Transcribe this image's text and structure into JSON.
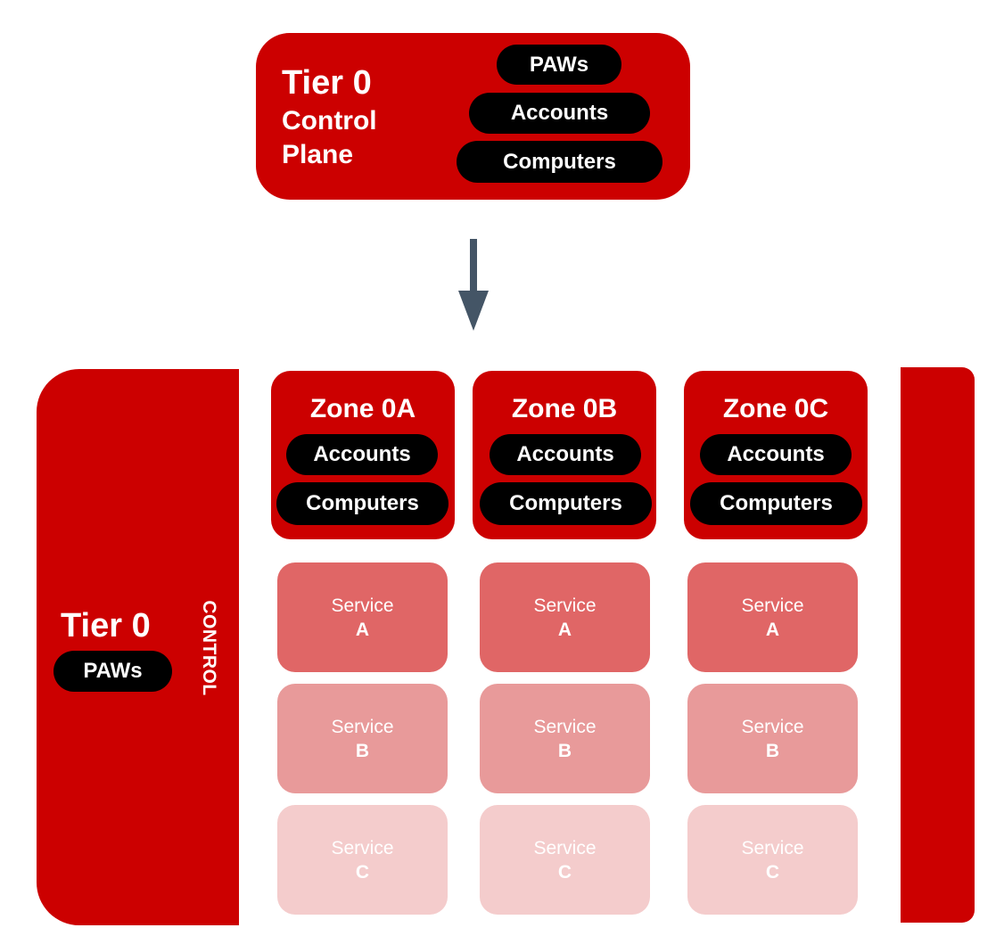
{
  "top_box": {
    "title": "Tier 0",
    "subtitle_line1": "Control",
    "subtitle_line2": "Plane",
    "pills": [
      "PAWs",
      "Accounts",
      "Computers"
    ]
  },
  "left_column": {
    "title": "Tier 0",
    "pill": "PAWs",
    "side_label": "CONTROL"
  },
  "zones": [
    {
      "title": "Zone 0A",
      "pills": [
        "Accounts",
        "Computers"
      ]
    },
    {
      "title": "Zone 0B",
      "pills": [
        "Accounts",
        "Computers"
      ]
    },
    {
      "title": "Zone 0C",
      "pills": [
        "Accounts",
        "Computers"
      ]
    }
  ],
  "services": [
    {
      "word": "Service",
      "letter": "A"
    },
    {
      "word": "Service",
      "letter": "B"
    },
    {
      "word": "Service",
      "letter": "C"
    }
  ],
  "colors": {
    "tier_red": "#cc0000",
    "pill_black": "#000000",
    "arrow": "#445566",
    "service_a": "#e06666",
    "service_b": "#e89a9a",
    "service_c": "#f4cccc"
  }
}
